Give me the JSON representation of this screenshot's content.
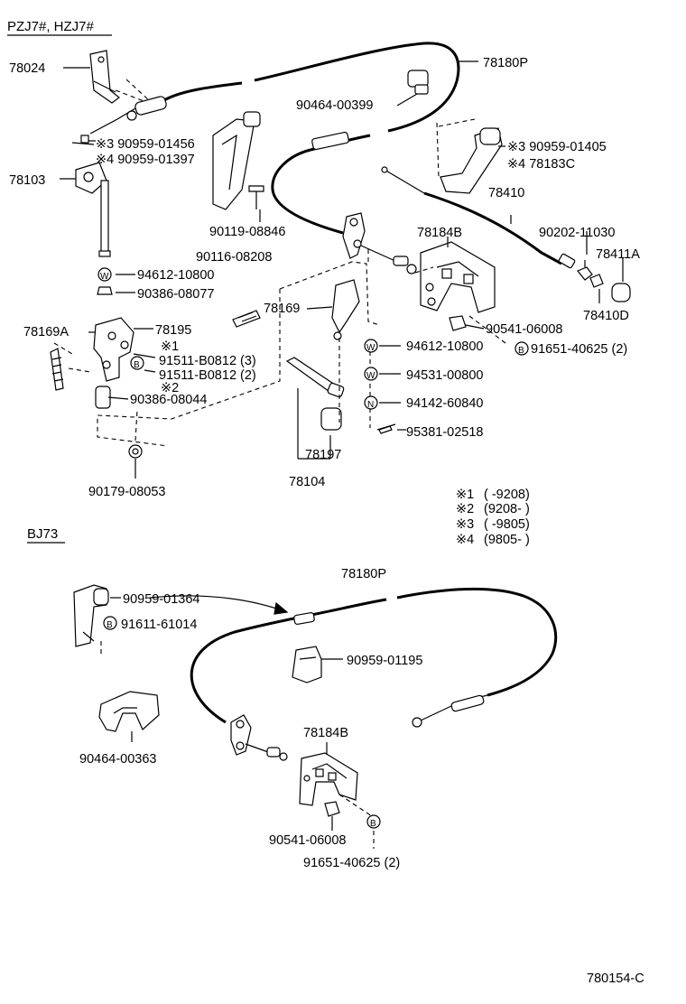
{
  "sections": [
    {
      "id": "sec1",
      "heading": "PZJ7#, HZJ7#"
    },
    {
      "id": "sec2",
      "heading": "BJ73"
    }
  ],
  "labels": [
    {
      "id": "l-78024",
      "text": "78024"
    },
    {
      "id": "l-78180p-a",
      "text": "78180P"
    },
    {
      "id": "l-90464-00399",
      "text": "90464-00399"
    },
    {
      "id": "l-390959-01456",
      "text": "※3 90959-01456"
    },
    {
      "id": "l-490959-01397",
      "text": "※4 90959-01397"
    },
    {
      "id": "l-78103",
      "text": "78103"
    },
    {
      "id": "l-390959-01405",
      "text": "※3 90959-01405"
    },
    {
      "id": "l-478183c",
      "text": "※4 78183C"
    },
    {
      "id": "l-78410",
      "text": "78410"
    },
    {
      "id": "l-90119-08846",
      "text": "90119-08846"
    },
    {
      "id": "l-78184b-a",
      "text": "78184B"
    },
    {
      "id": "l-90202-11030",
      "text": "90202-11030"
    },
    {
      "id": "l-78411a",
      "text": "78411A"
    },
    {
      "id": "l-90116-08208",
      "text": "90116-08208"
    },
    {
      "id": "l-94612-10800-a",
      "text": "94612-10800",
      "sym": "W"
    },
    {
      "id": "l-90386-08077",
      "text": "90386-08077"
    },
    {
      "id": "l-78169",
      "text": "78169"
    },
    {
      "id": "l-78410d",
      "text": "78410D"
    },
    {
      "id": "l-78169a",
      "text": "78169A"
    },
    {
      "id": "l-78195",
      "text": "78195"
    },
    {
      "id": "l-90541-06008-a",
      "text": "90541-06008"
    },
    {
      "id": "l-94612-10800-b",
      "text": "94612-10800",
      "sym": "W"
    },
    {
      "id": "l-91651-40625-a",
      "text": "91651-40625 (2)",
      "sym": "B"
    },
    {
      "id": "l-note1",
      "text": "※1"
    },
    {
      "id": "l-91511-b0812-3",
      "text": "91511-B0812 (3)"
    },
    {
      "id": "l-91511-b0812-2",
      "text": "91511-B0812 (2)",
      "sym": "B"
    },
    {
      "id": "l-note2",
      "text": "※2"
    },
    {
      "id": "l-94531-00800",
      "text": "94531-00800",
      "sym": "W"
    },
    {
      "id": "l-90386-08044",
      "text": "90386-08044"
    },
    {
      "id": "l-94142-60840",
      "text": "94142-60840",
      "sym": "N"
    },
    {
      "id": "l-95381-02518",
      "text": "95381-02518"
    },
    {
      "id": "l-78197",
      "text": "78197"
    },
    {
      "id": "l-78104",
      "text": "78104"
    },
    {
      "id": "l-90179-08053",
      "text": "90179-08053"
    },
    {
      "id": "l-78180p-b",
      "text": "78180P"
    },
    {
      "id": "l-90959-01364",
      "text": "90959-01364"
    },
    {
      "id": "l-91611-61014",
      "text": "91611-61014",
      "sym": "B"
    },
    {
      "id": "l-90959-01195",
      "text": "90959-01195"
    },
    {
      "id": "l-78184b-b",
      "text": "78184B"
    },
    {
      "id": "l-90464-00363",
      "text": "90464-00363"
    },
    {
      "id": "l-90541-06008-b",
      "text": "90541-06008"
    },
    {
      "id": "l-91651-40625-b",
      "text": "91651-40625 (2)"
    }
  ],
  "legend": [
    {
      "mark": "※1",
      "range": "(      -9208)"
    },
    {
      "mark": "※2",
      "range": "(9208-      )"
    },
    {
      "mark": "※3",
      "range": "(      -9805)"
    },
    {
      "mark": "※4",
      "range": "(9805-      )"
    }
  ],
  "footer": {
    "code": "780154-C"
  }
}
